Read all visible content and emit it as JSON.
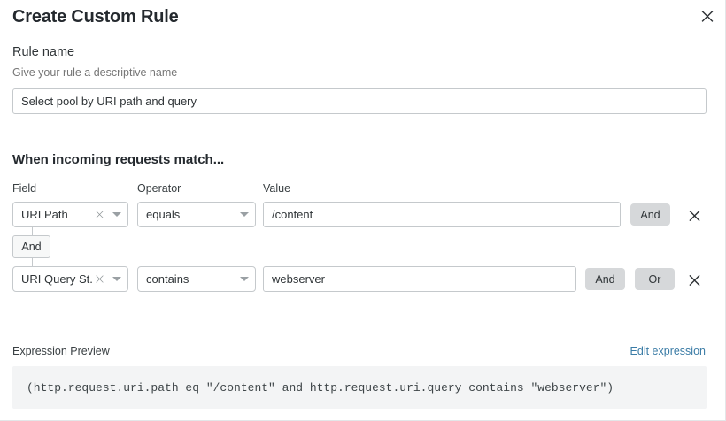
{
  "dialog": {
    "title": "Create Custom Rule",
    "close_icon": "close-icon"
  },
  "rule_name": {
    "label": "Rule name",
    "hint": "Give your rule a descriptive name",
    "value": "Select pool by URI path and query",
    "placeholder": "Select pool by URI path and query"
  },
  "match_section": {
    "heading": "When incoming requests match...",
    "columns": {
      "field": "Field",
      "operator": "Operator",
      "value": "Value"
    },
    "connector": {
      "label": "And"
    },
    "rows": [
      {
        "field": "URI Path",
        "field_clear_icon": "clear-icon",
        "field_caret_icon": "chevron-down-icon",
        "operator": "equals",
        "operator_caret_icon": "chevron-down-icon",
        "value": "/content",
        "logic_buttons": [
          "And"
        ],
        "delete_icon": "close-icon"
      },
      {
        "field": "URI Query St...",
        "field_clear_icon": "clear-icon",
        "field_caret_icon": "chevron-down-icon",
        "operator": "contains",
        "operator_caret_icon": "chevron-down-icon",
        "value": "webserver",
        "logic_buttons": [
          "And",
          "Or"
        ],
        "delete_icon": "close-icon"
      }
    ]
  },
  "expression_preview": {
    "label": "Expression Preview",
    "edit_link": "Edit expression",
    "expression": "(http.request.uri.path eq \"/content\" and http.request.uri.query contains \"webserver\")"
  },
  "colors": {
    "link": "#3b7ca6",
    "pill_bg": "#d6d8da",
    "preview_bg": "#f3f4f5",
    "border": "#c5c9cc"
  }
}
